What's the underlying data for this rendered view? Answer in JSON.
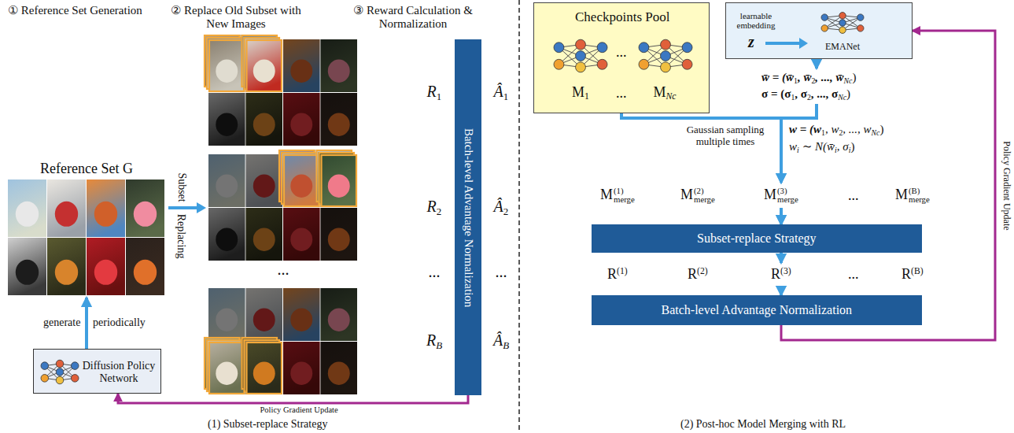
{
  "diagram": {
    "nodes": [
      {
        "text": [
          "Reference Set G"
        ]
      },
      {
        "text": [
          "Diffusion Policy Network"
        ]
      },
      {
        "text": [
          "Batch-level Advantage Normalization"
        ]
      },
      {
        "text": [
          "Checkpoints Pool"
        ]
      },
      {
        "text": [
          "learnable embedding",
          "z",
          "EMANet"
        ]
      },
      {
        "text": [
          "Subset-replace Strategy"
        ]
      },
      {
        "text": [
          "Batch-level Advantage Normalization"
        ]
      }
    ],
    "edges": [
      {
        "from": 1,
        "to": 0,
        "arrow": "to"
      },
      {
        "from": 2,
        "to": 1,
        "arrow": "to",
        "label": "Policy Gradient Update"
      },
      {
        "from": 3,
        "to": 5,
        "arrow": "to"
      },
      {
        "from": 4,
        "to": 5,
        "arrow": "to"
      },
      {
        "from": 5,
        "to": 6,
        "arrow": "to"
      },
      {
        "from": 6,
        "to": 4,
        "arrow": "to",
        "label": "Policy Gradient Update"
      }
    ],
    "labels": [
      "① Reference Set Generation",
      "② Replace Old Subset with New Images",
      "③ Reward Calculation & Normalization",
      "Subset",
      "Replacing",
      "generate",
      "periodically",
      "...",
      "R",
      "1",
      "R",
      "2",
      "...",
      "R",
      "B",
      "Â",
      "1",
      "Â",
      "2",
      "...",
      "Â",
      "B",
      "(1) Subset-replace Strategy",
      "M",
      "1",
      "...",
      "...",
      "M",
      "Nc",
      "w̄ = (w̄",
      "1",
      ", w̄",
      "2",
      ", ..., w̄",
      "Nc",
      ")",
      "σ = (σ",
      "1",
      ", σ",
      "2",
      ", ..., σ",
      "Nc",
      ")",
      "Gaussian sampling multiple times",
      "w = (w",
      "1",
      ", w",
      "2",
      ", ..., w",
      "Nc",
      ")",
      "w",
      "i",
      "∼ N(w̄",
      "i",
      ", σ",
      "i",
      ")",
      "M",
      "(1)",
      "merge",
      "M",
      "(2)",
      "merge",
      "M",
      "(3)",
      "merge",
      "...",
      "M",
      "(B)",
      "merge",
      "R",
      "(1)",
      "R",
      "(2)",
      "R",
      "(3)",
      "...",
      "R",
      "(B)",
      "(2) Post-hoc Model Merging with RL"
    ]
  }
}
